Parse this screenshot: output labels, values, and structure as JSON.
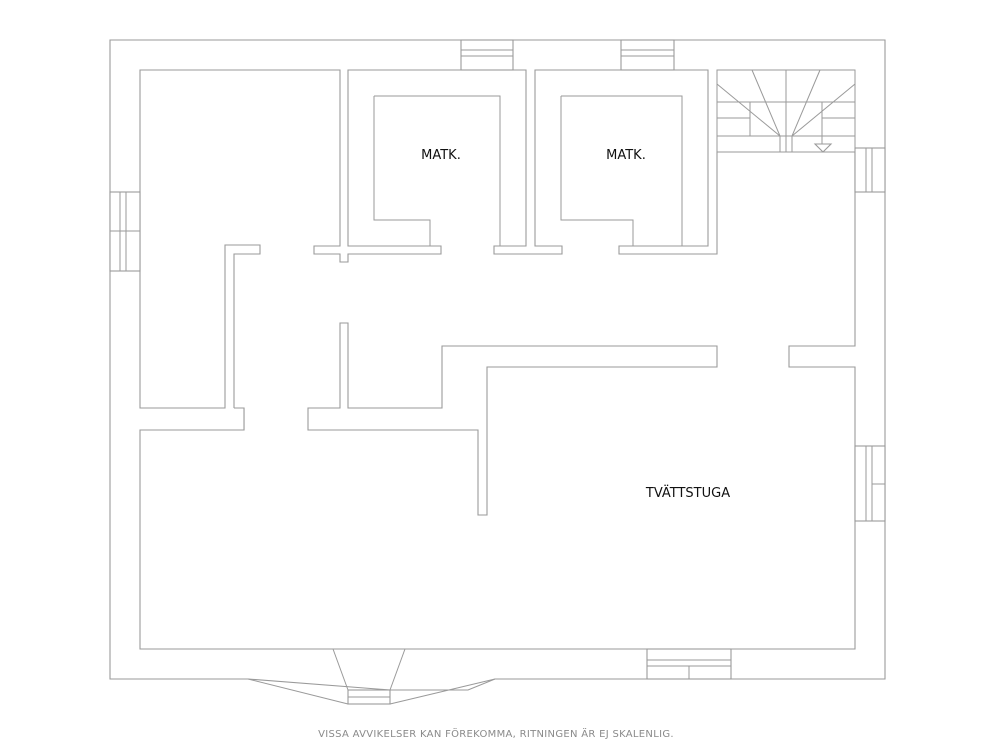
{
  "rooms": {
    "storage_left": "MATK.",
    "storage_right": "MATK.",
    "laundry": "TVÄTTSTUGA"
  },
  "footer": {
    "disclaimer": "VISSA AVVIKELSER KAN FÖREKOMMA, RITNINGEN ÄR EJ SKALENLIG."
  },
  "colors": {
    "wall_stroke": "#9a9a9a",
    "background": "#ffffff",
    "label_text": "#111111",
    "footer_text": "#8a8a8a"
  }
}
